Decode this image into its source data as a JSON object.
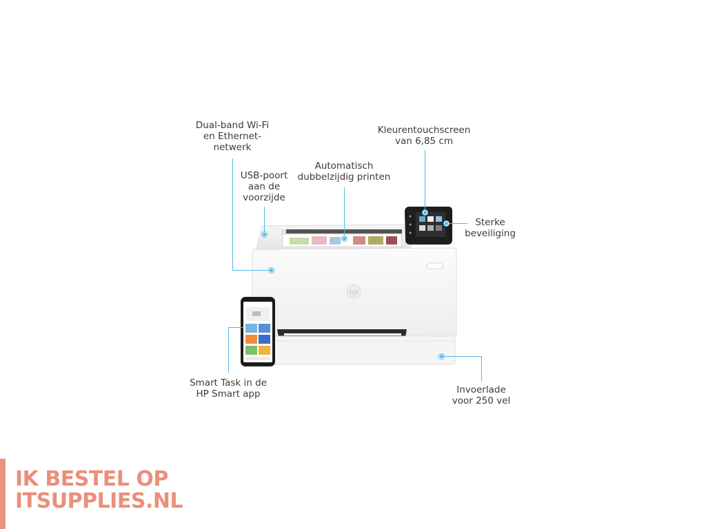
{
  "callouts": {
    "wifi": "Dual-band Wi-Fi\nen Ethernet-\nnetwerk",
    "usb": "USB-poort\naan de\nvoorzijde",
    "duplex": "Automatisch\ndubbelzijdig printen",
    "touchscreen": "Kleurentouchscreen\nvan 6,85 cm",
    "security": "Sterke\nbeveiliging",
    "smart_task": "Smart Task in de\nHP Smart app",
    "tray": "Invoerlade\nvoor 250 vel"
  },
  "watermark": {
    "line1": "IK BESTEL OP",
    "line2": "ITSUPPLIES.NL"
  },
  "colors": {
    "accent": "#4fb6e8",
    "watermark": "#e8806a",
    "printer_body": "#f3f3f3"
  }
}
